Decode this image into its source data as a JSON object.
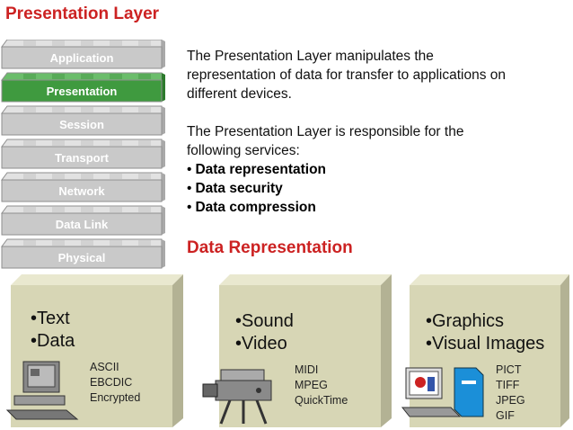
{
  "title": "Presentation Layer",
  "layers": [
    {
      "label": "Application",
      "active": false
    },
    {
      "label": "Presentation",
      "active": true
    },
    {
      "label": "Session",
      "active": false
    },
    {
      "label": "Transport",
      "active": false
    },
    {
      "label": "Network",
      "active": false
    },
    {
      "label": "Data Link",
      "active": false
    },
    {
      "label": "Physical",
      "active": false
    }
  ],
  "intro": {
    "line1": "The Presentation Layer manipulates the",
    "line2": "representation of data for transfer to applications on",
    "line3": "different devices."
  },
  "services": {
    "line1": "The Presentation Layer is responsible for the",
    "line2": "following services:",
    "bullets": [
      "Data representation",
      "Data security",
      "Data compression"
    ]
  },
  "subheading": "Data Representation",
  "boxes": [
    {
      "items": [
        "•Text",
        "•Data"
      ],
      "formats": [
        "ASCII",
        "EBCDIC",
        "Encrypted"
      ],
      "icon": "computer-icon"
    },
    {
      "items": [
        "•Sound",
        "•Video"
      ],
      "formats": [
        "MIDI",
        "MPEG",
        "QuickTime"
      ],
      "icon": "video-camera-icon"
    },
    {
      "items": [
        "•Graphics",
        "•Visual Images"
      ],
      "formats": [
        "PICT",
        "TIFF",
        "JPEG",
        "GIF"
      ],
      "icon": "graphics-workstation-icon"
    }
  ],
  "colors": {
    "accent": "#cc2222",
    "active_layer": "#3f9a3f",
    "layer": "#c9c9c9",
    "box": "#d7d6b5"
  }
}
